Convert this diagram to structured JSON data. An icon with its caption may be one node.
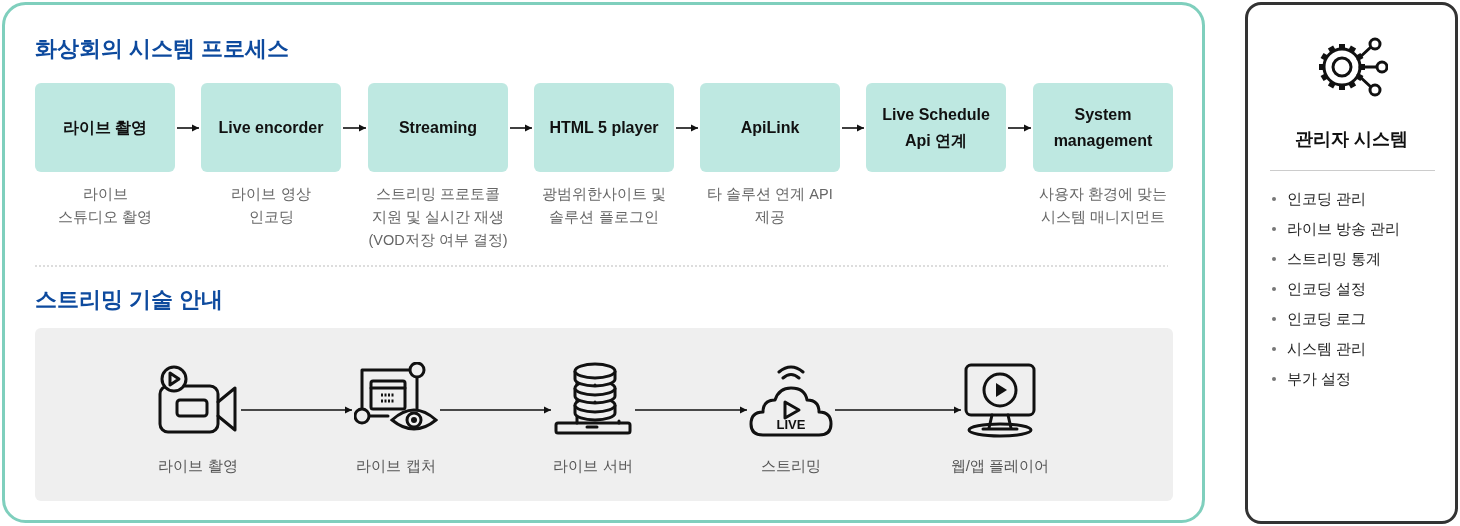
{
  "diagram": {
    "nodes": [
      {
        "text": [
          "라이브 촬영"
        ],
        "beside": [
          "라이브 스튜디오 촬영"
        ]
      },
      {
        "text": [
          "Live encorder"
        ],
        "beside": [
          "라이브 영상 인코딩"
        ]
      },
      {
        "text": [
          "Streaming"
        ],
        "beside": [
          "스트리밍 프로토콜 지원 및 실시간 재생 (VOD저장 여부 결정)"
        ]
      },
      {
        "text": [
          "HTML 5 player"
        ],
        "beside": [
          "광범위한사이트 및 솔루션 플로그인"
        ]
      },
      {
        "text": [
          "ApiLink"
        ],
        "beside": [
          "타 솔루션 연계 API 제공"
        ]
      },
      {
        "text": [
          "Live Schedule Api 연계"
        ]
      },
      {
        "text": [
          "System management"
        ],
        "beside": [
          "사용자 환경에 맞는 시스템 매니지먼트"
        ]
      },
      {
        "text": [],
        "shape": "picture",
        "beside": [
          "라이브 촬영"
        ]
      },
      {
        "text": [],
        "shape": "picture",
        "beside": [
          "라이브 캡처"
        ]
      },
      {
        "text": [],
        "shape": "picture",
        "beside": [
          "라이브 서버"
        ]
      },
      {
        "text": [],
        "shape": "picture",
        "beside": [
          "스트리밍"
        ]
      },
      {
        "text": [],
        "shape": "picture",
        "beside": [
          "웹/앱 플레이어"
        ]
      },
      {
        "text": [
          "관리자 시스템",
          "인코딩 관리",
          "라이브 방송 관리",
          "스트리밍 통계",
          "인코딩 설정",
          "인코딩 로그",
          "시스템 관리",
          "부가 설정"
        ]
      }
    ],
    "edges": [
      {
        "from": 0,
        "to": 1,
        "arrow": "to"
      },
      {
        "from": 1,
        "to": 2,
        "arrow": "to"
      },
      {
        "from": 2,
        "to": 3,
        "arrow": "to"
      },
      {
        "from": 3,
        "to": 4,
        "arrow": "to"
      },
      {
        "from": 4,
        "to": 5,
        "arrow": "to"
      },
      {
        "from": 5,
        "to": 6,
        "arrow": "to"
      },
      {
        "from": 7,
        "to": 8,
        "arrow": "to"
      },
      {
        "from": 8,
        "to": 9,
        "arrow": "to"
      },
      {
        "from": 9,
        "to": 10,
        "arrow": "to"
      },
      {
        "from": 10,
        "to": 11,
        "arrow": "to"
      }
    ],
    "labels": [
      "화상회의 시스템 프로세스",
      "스트리밍 기술 안내",
      "LIVE"
    ]
  }
}
